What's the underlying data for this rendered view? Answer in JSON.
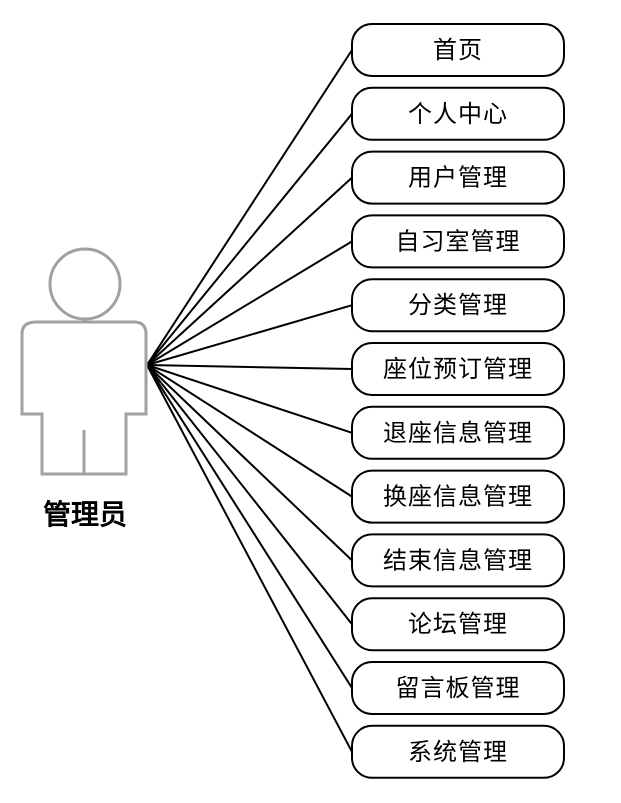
{
  "actor": {
    "label": "管理员"
  },
  "functions": [
    {
      "id": "home",
      "label": "首页"
    },
    {
      "id": "personal-center",
      "label": "个人中心"
    },
    {
      "id": "user-management",
      "label": "用户管理"
    },
    {
      "id": "study-room-management",
      "label": "自习室管理"
    },
    {
      "id": "category-management",
      "label": "分类管理"
    },
    {
      "id": "seat-booking-management",
      "label": "座位预订管理"
    },
    {
      "id": "seat-return-management",
      "label": "退座信息管理"
    },
    {
      "id": "seat-change-management",
      "label": "换座信息管理"
    },
    {
      "id": "end-info-management",
      "label": "结束信息管理"
    },
    {
      "id": "forum-management",
      "label": "论坛管理"
    },
    {
      "id": "message-board-management",
      "label": "留言板管理"
    },
    {
      "id": "system-management",
      "label": "系统管理"
    }
  ]
}
